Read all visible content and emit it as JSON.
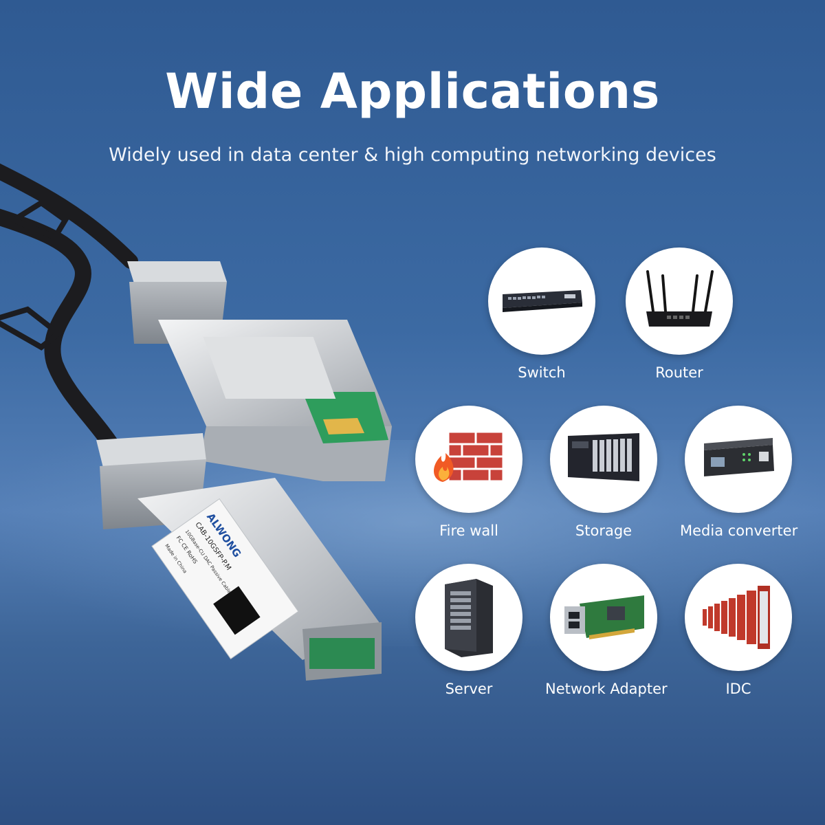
{
  "header": {
    "title": "Wide Applications",
    "subtitle": "Widely used in data center & high computing networking devices"
  },
  "product": {
    "brand": "ALWONG",
    "model": "CAB-10GSFP-P.M",
    "description": "10GBase-CU DAC Passive Cable",
    "origin": "Made in China",
    "certifications": "FC CE RoHS"
  },
  "applications": [
    {
      "label": "Switch",
      "icon": "switch-icon"
    },
    {
      "label": "Router",
      "icon": "router-icon"
    },
    {
      "label": "Fire wall",
      "icon": "firewall-icon"
    },
    {
      "label": "Storage",
      "icon": "storage-icon"
    },
    {
      "label": "Media converter",
      "icon": "media-converter-icon"
    },
    {
      "label": "Server",
      "icon": "server-icon"
    },
    {
      "label": "Network Adapter",
      "icon": "network-adapter-icon"
    },
    {
      "label": "IDC",
      "icon": "idc-icon"
    }
  ],
  "colors": {
    "background": "#3c6aa3",
    "text": "#ffffff"
  }
}
